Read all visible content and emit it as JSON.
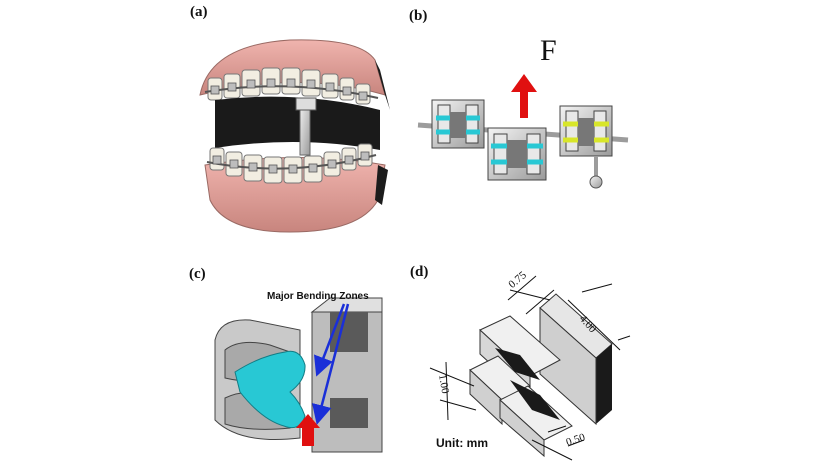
{
  "panels": {
    "a": {
      "label": "(a)"
    },
    "b": {
      "label": "(b)",
      "force_label": "F"
    },
    "c": {
      "label": "(c)",
      "annotation": "Major Bending Zones"
    },
    "d": {
      "label": "(d)",
      "dimensions": {
        "top": "0.75",
        "right": "4.00",
        "left": "1.00",
        "bottom": "0.50"
      },
      "unit_label": "Unit: mm"
    }
  },
  "colors": {
    "gum": "#e3a09a",
    "gum_dark": "#b97770",
    "metal": "#d4d4d4",
    "metal_dark": "#8c8c8c",
    "cyan": "#28c8d4",
    "yellow": "#d8e62a",
    "red_arrow": "#e01010",
    "blue_arrow": "#1a2fd8",
    "black": "#141414"
  }
}
